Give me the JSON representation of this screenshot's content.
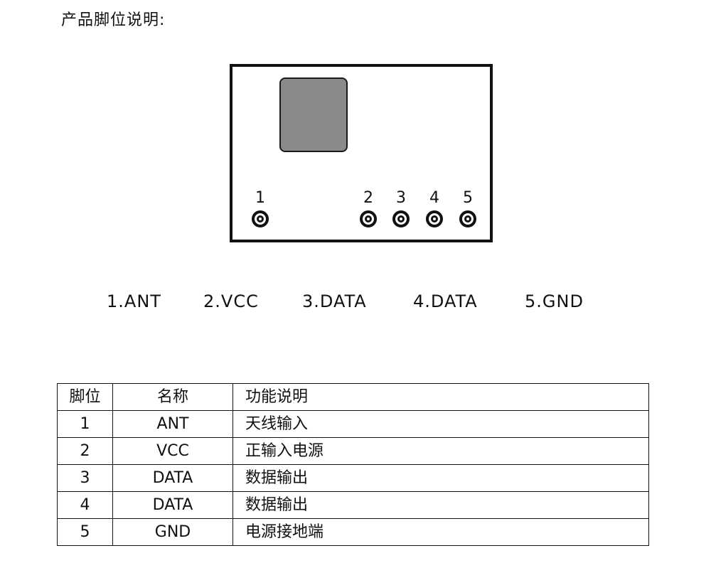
{
  "title": "产品脚位说明:",
  "module": {
    "pins": [
      {
        "label": "1"
      },
      {
        "label": "2"
      },
      {
        "label": "3"
      },
      {
        "label": "4"
      },
      {
        "label": "5"
      }
    ]
  },
  "legend": [
    "1.ANT",
    "2.VCC",
    "3.DATA",
    "4.DATA",
    "5.GND"
  ],
  "table": {
    "headers": [
      "脚位",
      "名称",
      "功能说明"
    ],
    "rows": [
      [
        "1",
        "ANT",
        "天线输入"
      ],
      [
        "2",
        "VCC",
        "正输入电源"
      ],
      [
        "3",
        "DATA",
        "数据输出"
      ],
      [
        "4",
        "DATA",
        "数据输出"
      ],
      [
        "5",
        "GND",
        "电源接地端"
      ]
    ]
  }
}
